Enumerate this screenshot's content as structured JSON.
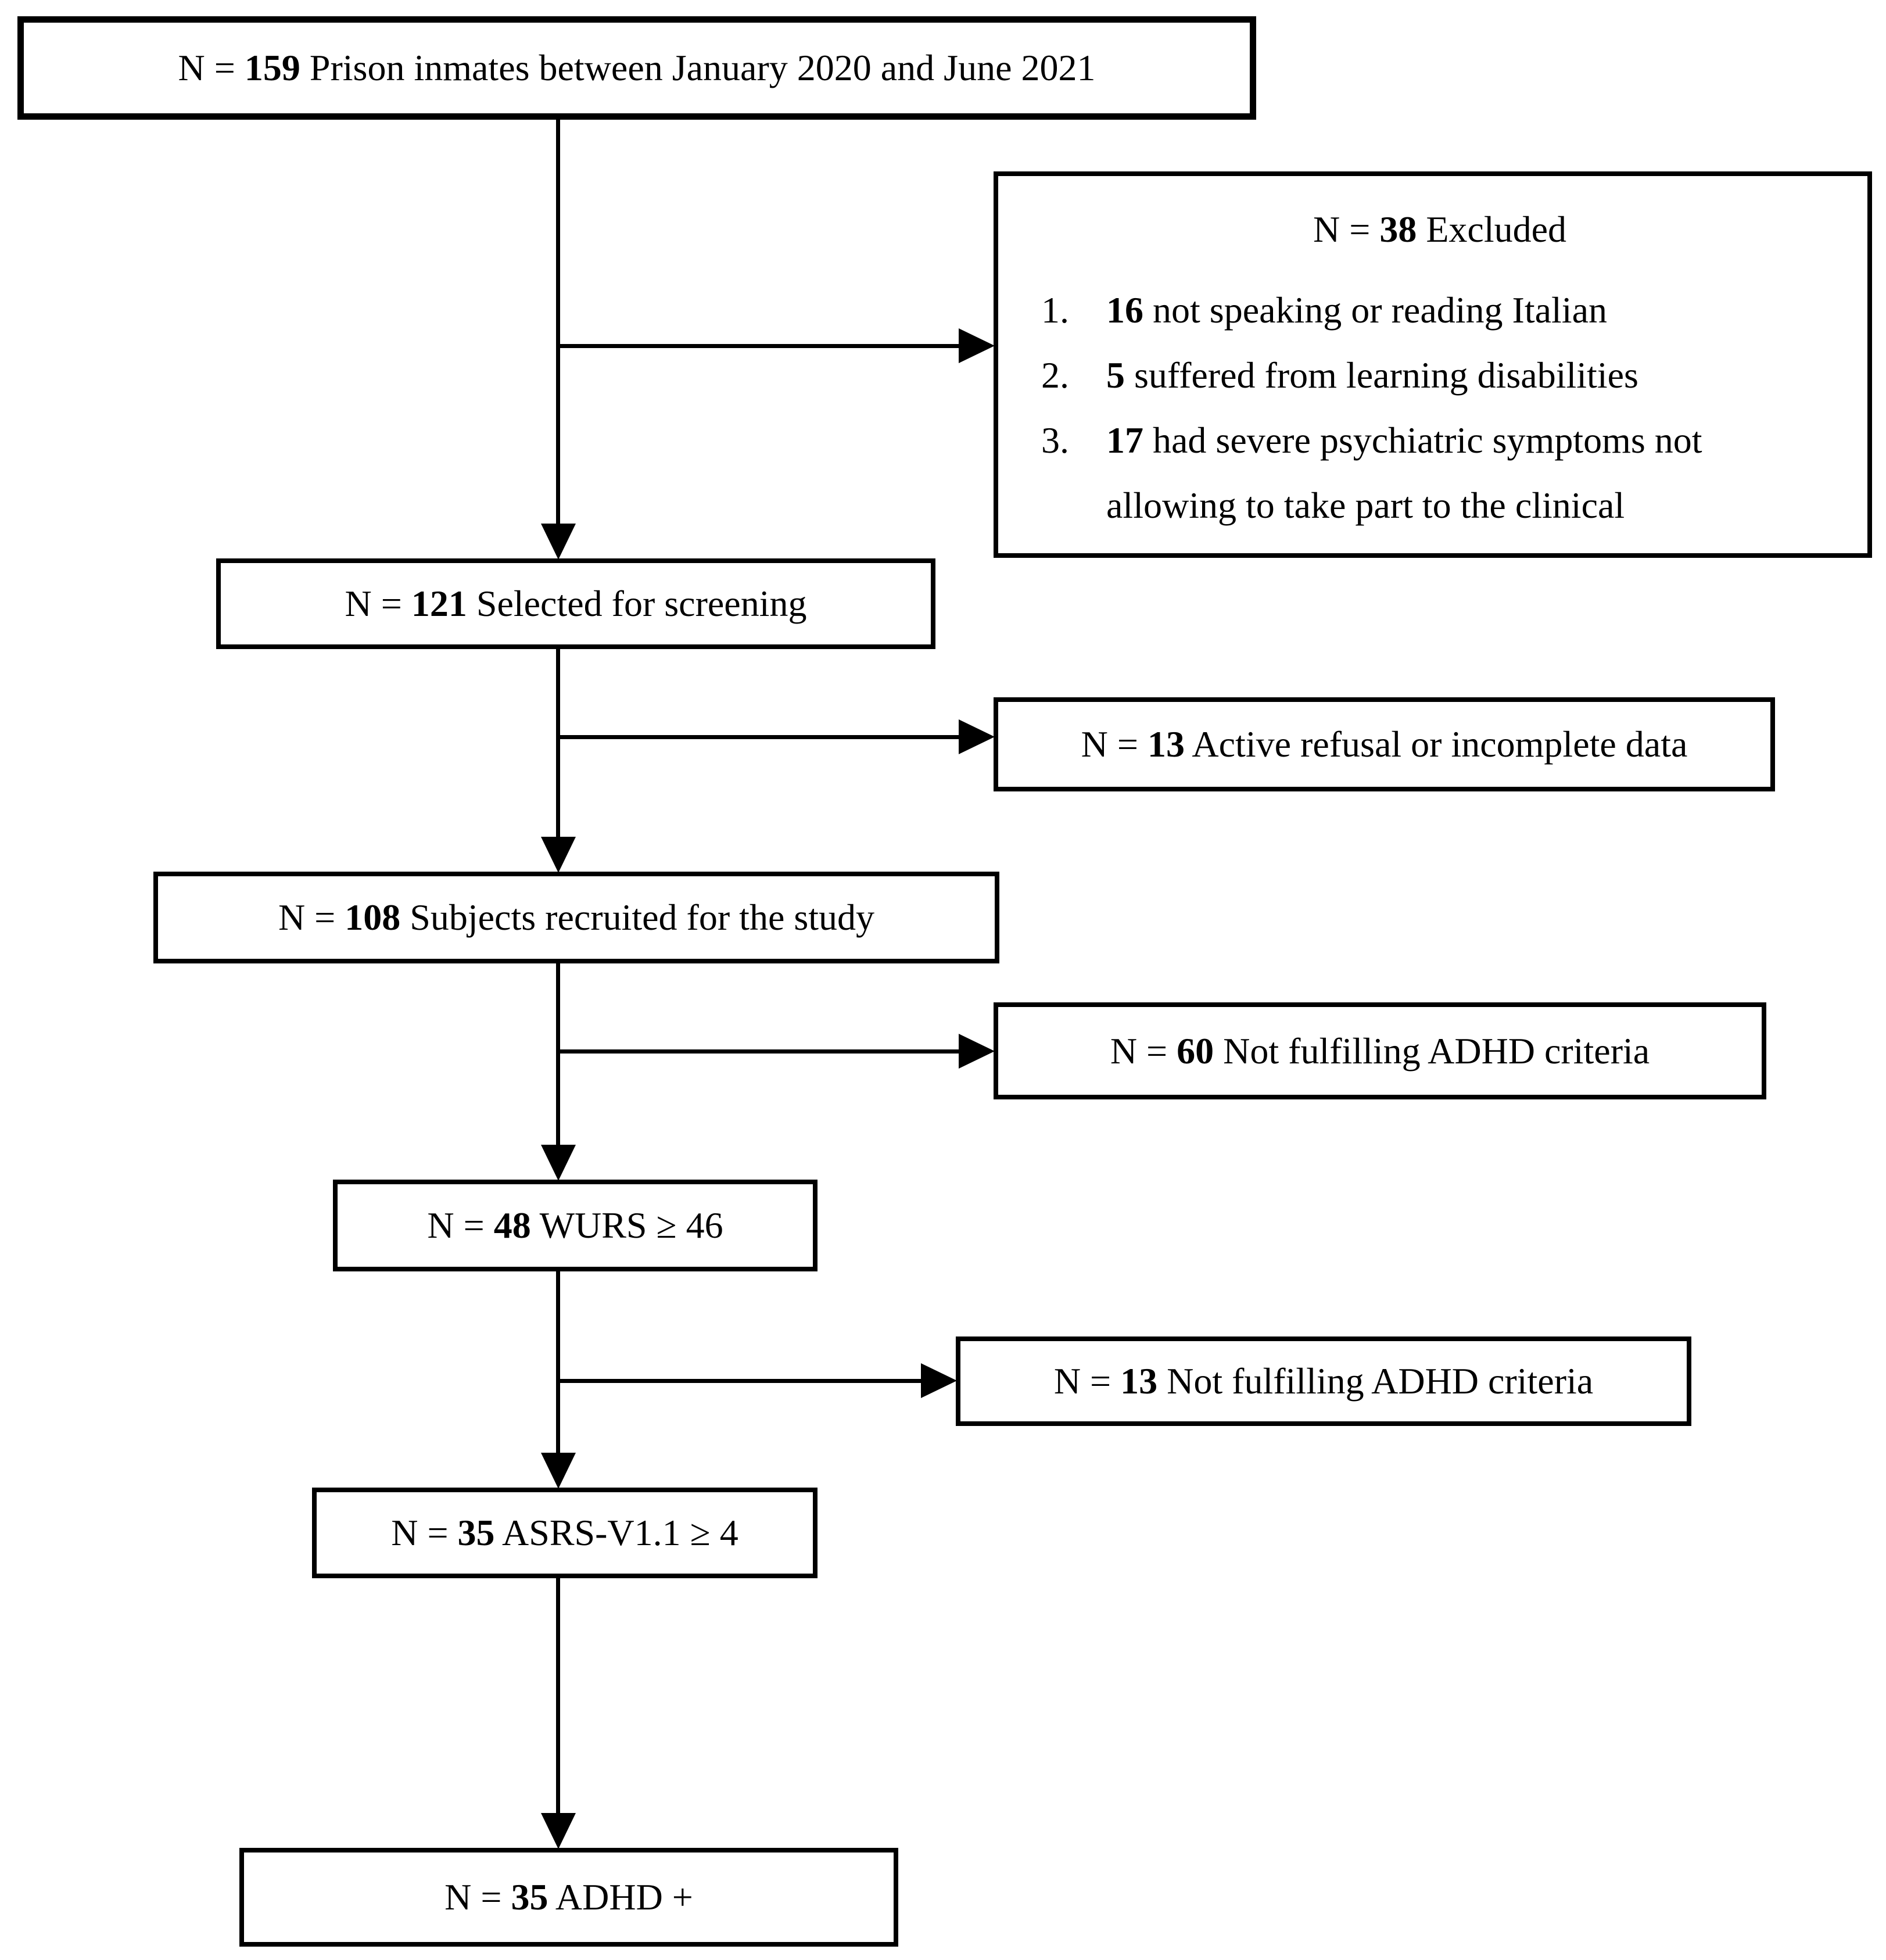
{
  "diagram": {
    "colors": {
      "line": "#000000",
      "background": "#ffffff",
      "text": "#000000"
    },
    "nodes": {
      "inmates": {
        "prefix": "N = ",
        "n": "159",
        "label": " Prison inmates between January 2020 and June 2021"
      },
      "excluded": {
        "prefix": "N = ",
        "n": "38",
        "label": " Excluded",
        "items": [
          {
            "marker": "1.",
            "n": "16",
            "text": " not speaking or reading Italian"
          },
          {
            "marker": "2.",
            "n": "5",
            "text": " suffered from learning disabilities"
          },
          {
            "marker": "3.",
            "n": "17",
            "text": " had severe psychiatric symptoms not allowing to take part to the clinical"
          }
        ]
      },
      "screening": {
        "prefix": "N = ",
        "n": "121",
        "label": " Selected for screening"
      },
      "refusal": {
        "prefix": "N = ",
        "n": "13",
        "label": " Active refusal or incomplete data"
      },
      "recruited": {
        "prefix": "N = ",
        "n": "108",
        "label": " Subjects recruited for the study"
      },
      "not_adhd_60": {
        "prefix": "N = ",
        "n": "60",
        "label": " Not fulfilling ADHD criteria"
      },
      "wurs": {
        "prefix": "N = ",
        "n": "48",
        "label": " WURS ≥ 46"
      },
      "not_adhd_13": {
        "prefix": "N = ",
        "n": "13",
        "label": " Not fulfilling ADHD criteria"
      },
      "asrs": {
        "prefix": "N = ",
        "n": "35",
        "label": " ASRS-V1.1 ≥ 4"
      },
      "adhd_positive": {
        "prefix": "N = ",
        "n": "35",
        "label": " ADHD +"
      }
    }
  }
}
